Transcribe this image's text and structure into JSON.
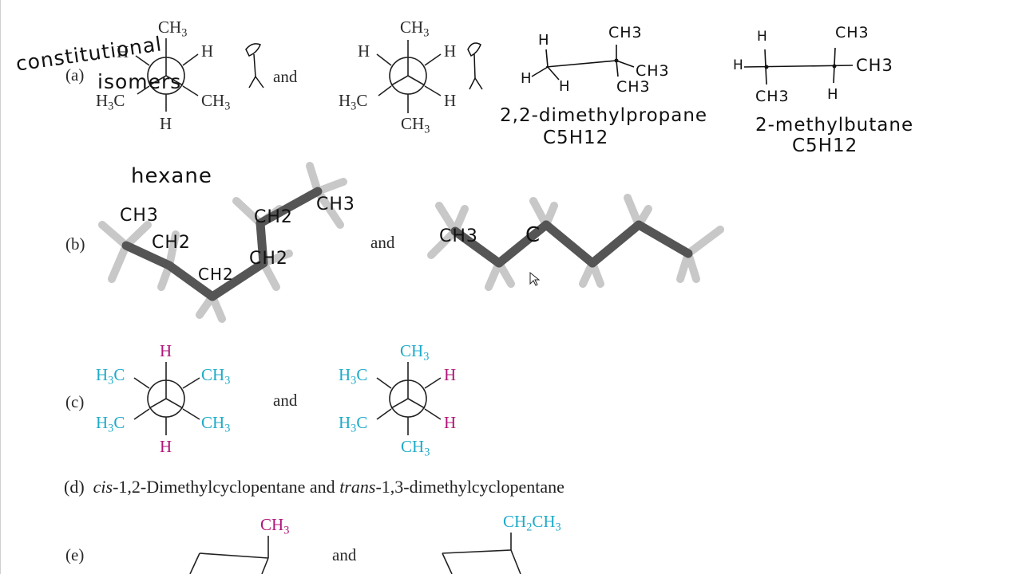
{
  "parts": {
    "a": {
      "label": "(a)",
      "and": "and"
    },
    "b": {
      "label": "(b)",
      "and": "and"
    },
    "c": {
      "label": "(c)",
      "and": "and"
    },
    "d": {
      "label": "(d)",
      "prefix1": "cis",
      "text1": "-1,2-Dimethylcyclopentane and ",
      "prefix2": "trans",
      "text2": "-1,3-dimethylcyclopentane"
    },
    "e": {
      "label": "(e)",
      "and": "and",
      "sub_left": "CH",
      "sub_left_num": "3",
      "sub_right": "CH",
      "sub_right_a": "2",
      "sub_right_b": "CH",
      "sub_right_c": "3"
    }
  },
  "newman_a1": {
    "top": "CH",
    "top_n": "3",
    "ul": "H",
    "ur": "H",
    "ll": "H",
    "ll_n": "3",
    "ll_c": "C",
    "lr": "CH",
    "lr_n": "3",
    "bottom": "H"
  },
  "newman_a2": {
    "top": "CH",
    "top_n": "3",
    "ul": "H",
    "ur": "H",
    "ll": "H",
    "ll_n": "3",
    "ll_c": "C",
    "lr": "H",
    "bottom": "CH",
    "bottom_n": "3"
  },
  "newman_c1": {
    "top": "H",
    "ul": "H",
    "ul_n": "3",
    "ul_c": "C",
    "ur": "CH",
    "ur_n": "3",
    "ll": "H",
    "ll_n": "3",
    "ll_c": "C",
    "lr": "CH",
    "lr_n": "3",
    "bottom": "H"
  },
  "newman_c2": {
    "top": "CH",
    "top_n": "3",
    "ul": "H",
    "ul_n": "3",
    "ul_c": "C",
    "ur": "H",
    "ll": "H",
    "ll_n": "3",
    "ll_c": "C",
    "lr": "H",
    "bottom": "CH",
    "bottom_n": "3"
  },
  "handwriting": {
    "constitutional": "constitutional",
    "isomers": "isomers",
    "hexane": "hexane",
    "dimethylpropane": "2,2-dimethylpropane",
    "formula1": "C5H12",
    "methylbutane": "2-methylbutane",
    "formula2": "C5H12",
    "ch3_b1": "CH3",
    "ch2_b1": "CH2",
    "ch2_b2": "CH2",
    "ch2_b3": "CH2",
    "ch2_b4": "CH2",
    "ch3_b2": "CH3",
    "ch3_b3": "CH3",
    "c_b": "C",
    "s1_h1": "H",
    "s1_h2": "H",
    "s1_h3": "H",
    "s1_ch3a": "CH3",
    "s1_ch3b": "CH3",
    "s1_ch3c": "CH3",
    "s2_h1": "H",
    "s2_h2": "H",
    "s2_h3": "H",
    "s2_ch3a": "CH3",
    "s2_ch3b": "CH3",
    "s2_ch3c": "CH3"
  }
}
